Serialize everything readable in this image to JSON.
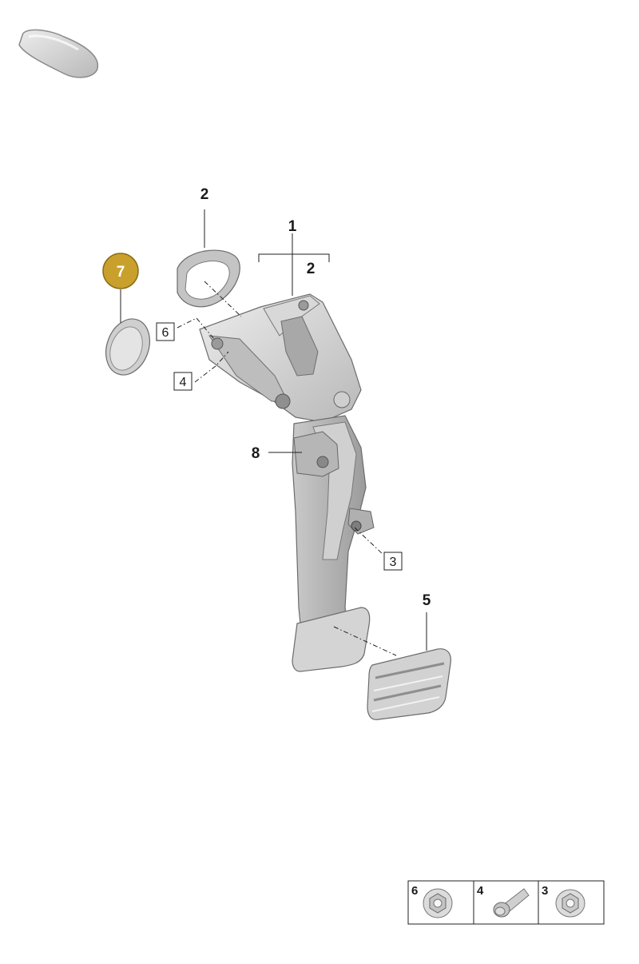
{
  "callouts": {
    "c1": "1",
    "c2_ring": "2",
    "c2_sub": "2",
    "c3": "3",
    "c4": "4",
    "c5": "5",
    "c6": "6",
    "c7": "7",
    "c8": "8"
  },
  "legend": {
    "items": [
      {
        "number": "6",
        "icon": "flange-nut-icon"
      },
      {
        "number": "4",
        "icon": "flange-bolt-icon"
      },
      {
        "number": "3",
        "icon": "hex-nut-icon"
      }
    ]
  },
  "colors": {
    "highlight_badge": "#c9a02c",
    "part_fill": "#d6d6d6",
    "part_shadow": "#a9a9a9"
  }
}
